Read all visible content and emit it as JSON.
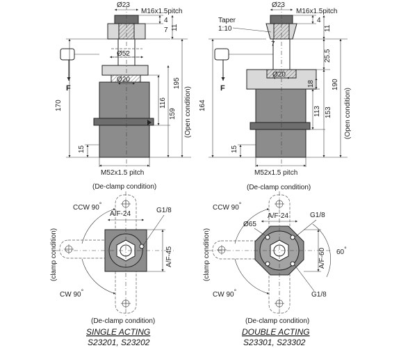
{
  "single": {
    "dia_rod_top": "Ø23",
    "thread_top": "M16x1.5pitch",
    "dim_4": "4",
    "dim_7": "7",
    "dim_11": "11",
    "dia_52": "Ø52",
    "dia_20": "Ø20",
    "force": "F",
    "dim_170": "170",
    "dim_195": "195",
    "dim_116": "116",
    "dim_159": "159",
    "open_condition": "(Open condition)",
    "dim_15": "15",
    "thread_bottom": "M52x1.5 pitch",
    "declamp_top": "(De-clamp condition)",
    "ccw": "CCW 90",
    "af_24": "A/F-24",
    "g18": "G1/8",
    "af_45": "A/F-45",
    "clamp_condition": "(clamp condition)",
    "cw": "CW 90",
    "declamp_bottom": "(De-clamp condition)",
    "title": "SINGLE ACTING",
    "models": "S23201, S23202"
  },
  "double": {
    "dia_rod_top": "Ø23",
    "thread_top": "M16x1.5pitch",
    "taper": "Taper",
    "taper_ratio": "1:10",
    "dim_4": "4",
    "dim_7": "7",
    "dim_11": "11",
    "dim_25_5": "25.5",
    "dia_20": "Ø20",
    "force": "F",
    "dim_164": "164",
    "dim_190": "190",
    "dim_18": "18",
    "dim_113": "113",
    "dim_153": "153",
    "open_condition": "(Open condition)",
    "dim_15": "15",
    "thread_bottom": "M52x1.5 pitch",
    "declamp_top": "(De-clamp condition)",
    "ccw": "CCW 90",
    "af_24": "A/F-24",
    "dia_65": "Ø65",
    "g18_a": "G1/8",
    "af_60": "A/F-60",
    "angle_60": "60",
    "clamp_condition": "(clamp condition)",
    "g18_b": "G1/8",
    "cw": "CW 90",
    "declamp_bottom": "(De-clamp condition)",
    "title": "DOUBLE ACTING",
    "models": "S23301, S23302"
  },
  "degree_symbol": "°"
}
